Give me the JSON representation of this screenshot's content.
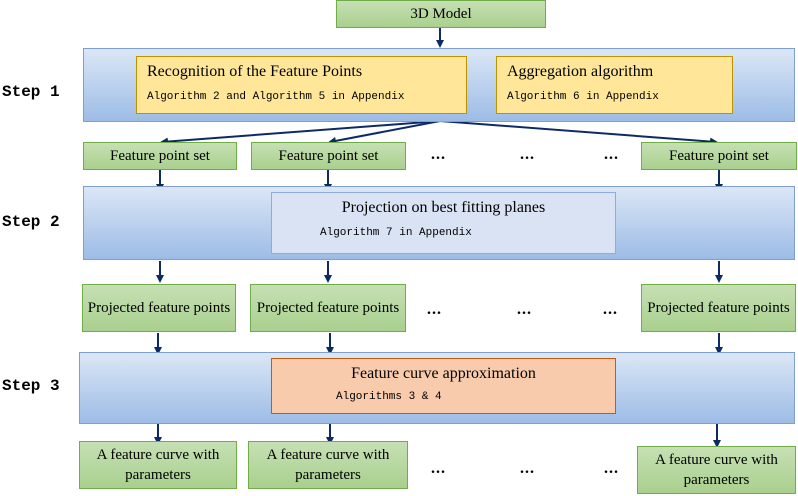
{
  "top": {
    "model_label": "3D Model"
  },
  "steps": [
    "Step 1",
    "Step 2",
    "Step 3"
  ],
  "step1": {
    "recognition": {
      "title": "Recognition of the Feature Points",
      "algo": "Algorithm 2 and Algorithm 5 in Appendix"
    },
    "aggregation": {
      "title": "Aggregation algorithm",
      "algo": "Algorithm 6 in Appendix"
    }
  },
  "row1": {
    "label": "Feature point set"
  },
  "step2": {
    "projection": {
      "title": "Projection on best fitting planes",
      "algo": "Algorithm 7 in Appendix"
    }
  },
  "row2": {
    "label": "Projected feature points"
  },
  "step3": {
    "curve": {
      "title": "Feature curve approximation",
      "algo": "Algorithms 3 & 4"
    }
  },
  "row3": {
    "label": "A feature curve with parameters"
  },
  "ellipsis": "..."
}
